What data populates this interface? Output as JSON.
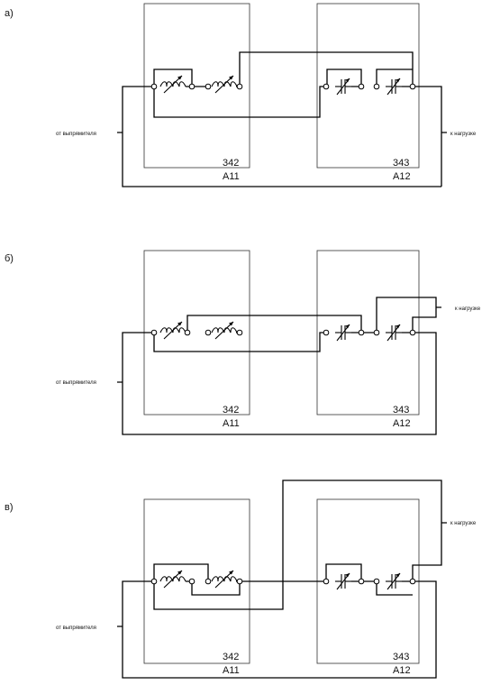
{
  "figure": {
    "panels": [
      {
        "letter": "а)",
        "left_block": {
          "number": "342",
          "code": "A11"
        },
        "right_block": {
          "number": "343",
          "code": "A12"
        },
        "input_label": "от выпрямителя",
        "output_label": "к нагрузке"
      },
      {
        "letter": "б)",
        "left_block": {
          "number": "342",
          "code": "A11"
        },
        "right_block": {
          "number": "343",
          "code": "A12"
        },
        "input_label": "от выпрямителя",
        "output_label": "к нагрузке"
      },
      {
        "letter": "в)",
        "left_block": {
          "number": "342",
          "code": "A11"
        },
        "right_block": {
          "number": "343",
          "code": "A12"
        },
        "input_label": "от выпрямителя",
        "output_label": "к нагрузке"
      }
    ]
  }
}
